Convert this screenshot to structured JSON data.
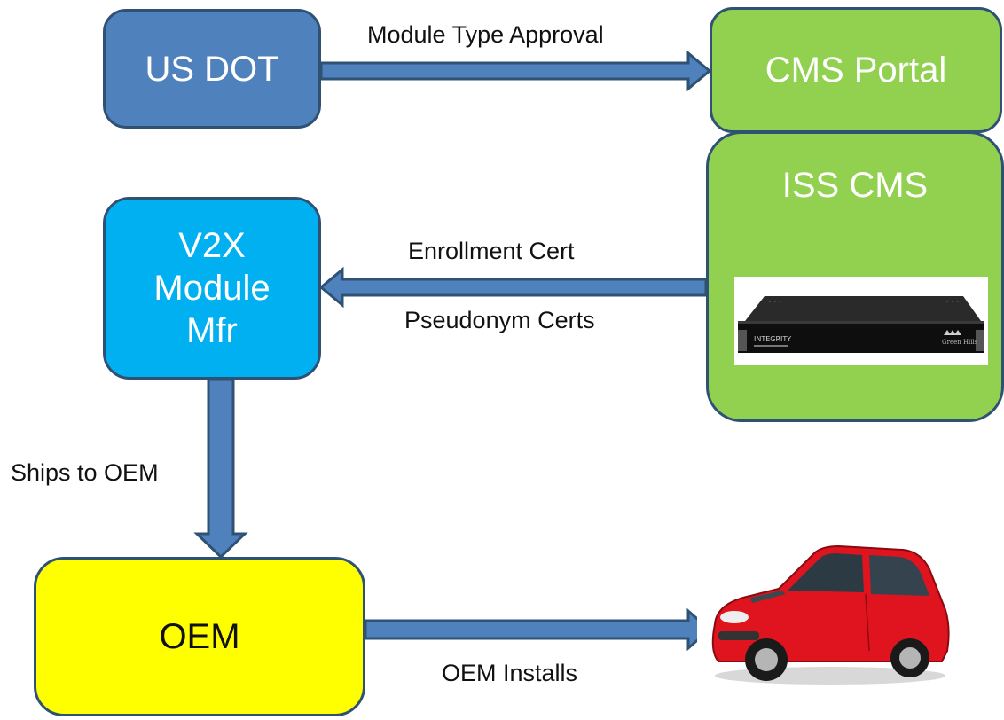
{
  "nodes": {
    "us_dot": "US DOT",
    "cms_portal": "CMS Portal",
    "iss_cms": "ISS CMS",
    "v2x_line1": "V2X",
    "v2x_line2": "Module",
    "v2x_line3": "Mfr",
    "oem": "OEM"
  },
  "edges": {
    "module_type_approval": "Module Type Approval",
    "enrollment_cert": "Enrollment Cert",
    "pseudonym_certs": "Pseudonym Certs",
    "ships_to_oem": "Ships to OEM",
    "oem_installs": "OEM Installs"
  },
  "images": {
    "server_brand": "INTEGRITY",
    "server_logo": "Green Hills"
  },
  "colors": {
    "us_dot_fill": "#4f81bd",
    "green_fill": "#92d050",
    "v2x_fill": "#00b0f0",
    "oem_fill": "#ffff00",
    "arrow_fill": "#4f81bd",
    "arrow_stroke": "#2f5173",
    "car_body": "#e0141e"
  }
}
